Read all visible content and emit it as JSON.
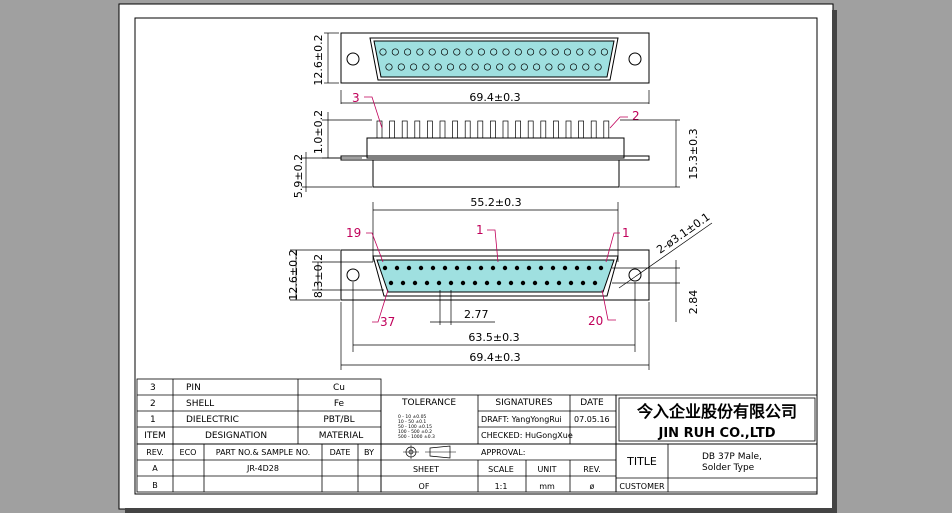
{
  "drawing": {
    "top_view": {
      "height_dim": "12.6±0.2",
      "width_dim": "69.4±0.3"
    },
    "side_view": {
      "pin_label_left": "3",
      "pin_label_right": "2",
      "width_dim": "69.4±0.3",
      "pin_dim": "1.0±0.2",
      "body_dim": "5.9±0.2",
      "total_dim": "15.3±0.3"
    },
    "front_view": {
      "width_dim_top": "55.2±0.3",
      "pin_1": "1",
      "pin_1b": "1",
      "pin_19": "19",
      "pin_37": "37",
      "pin_20": "20",
      "hole_dim": "2-ø3.1±0.1",
      "outer_h": "12.6±0.2",
      "inner_h": "8.3±0.2",
      "pitch": "2.77",
      "row_offset": "2.84",
      "mount_dim": "63.5±0.3",
      "total_w": "69.4±0.3"
    }
  },
  "bom": {
    "rows": [
      {
        "item": "3",
        "designation": "PIN",
        "material": "Cu"
      },
      {
        "item": "2",
        "designation": "SHELL",
        "material": "Fe"
      },
      {
        "item": "1",
        "designation": "DIELECTRIC",
        "material": "PBT/BL"
      }
    ],
    "header": {
      "item": "ITEM",
      "designation": "DESIGNATION",
      "material": "MATERIAL"
    }
  },
  "revision": {
    "header": {
      "rev": "REV.",
      "eco": "ECO",
      "part": "PART NO.& SAMPLE NO.",
      "date": "DATE",
      "by": "BY"
    },
    "rows": [
      {
        "rev": "A",
        "part": "JR-4D28"
      },
      {
        "rev": "B",
        "part": ""
      }
    ]
  },
  "tolerance": {
    "label": "TOLERANCE",
    "lines": [
      "0 - 10    ±0.05",
      "10 - 50   ±0.1",
      "50 - 100  ±0.15",
      "100 - 500 ±0.2",
      "500 - 1000 ±0.3"
    ]
  },
  "signatures": {
    "label": "SIGNATURES",
    "date_label": "DATE",
    "draft": "DRAFT: YangYongRui",
    "draft_date": "07.05.16",
    "checked": "CHECKED: HuGongXue",
    "approval": "APPROVAL:"
  },
  "sheet_info": {
    "sheet_label": "SHEET",
    "sheet_value": "OF",
    "scale_label": "SCALE",
    "scale_value": "1:1",
    "unit_label": "UNIT",
    "unit_value": "mm",
    "rev_label": "REV.",
    "rev_value": "ø"
  },
  "company": {
    "name_cn": "今入企业股份有限公司",
    "name_en": "JIN RUH CO.,LTD"
  },
  "title_block": {
    "title_label": "TITLE",
    "title_line1": "DB 37P Male,",
    "title_line2": "Solder Type",
    "customer_label": "CUSTOMER"
  },
  "colors": {
    "background": "#a0a0a0",
    "paper": "#ffffff",
    "pin_fill": "#9fe0e0",
    "leader": "#c0005a"
  }
}
